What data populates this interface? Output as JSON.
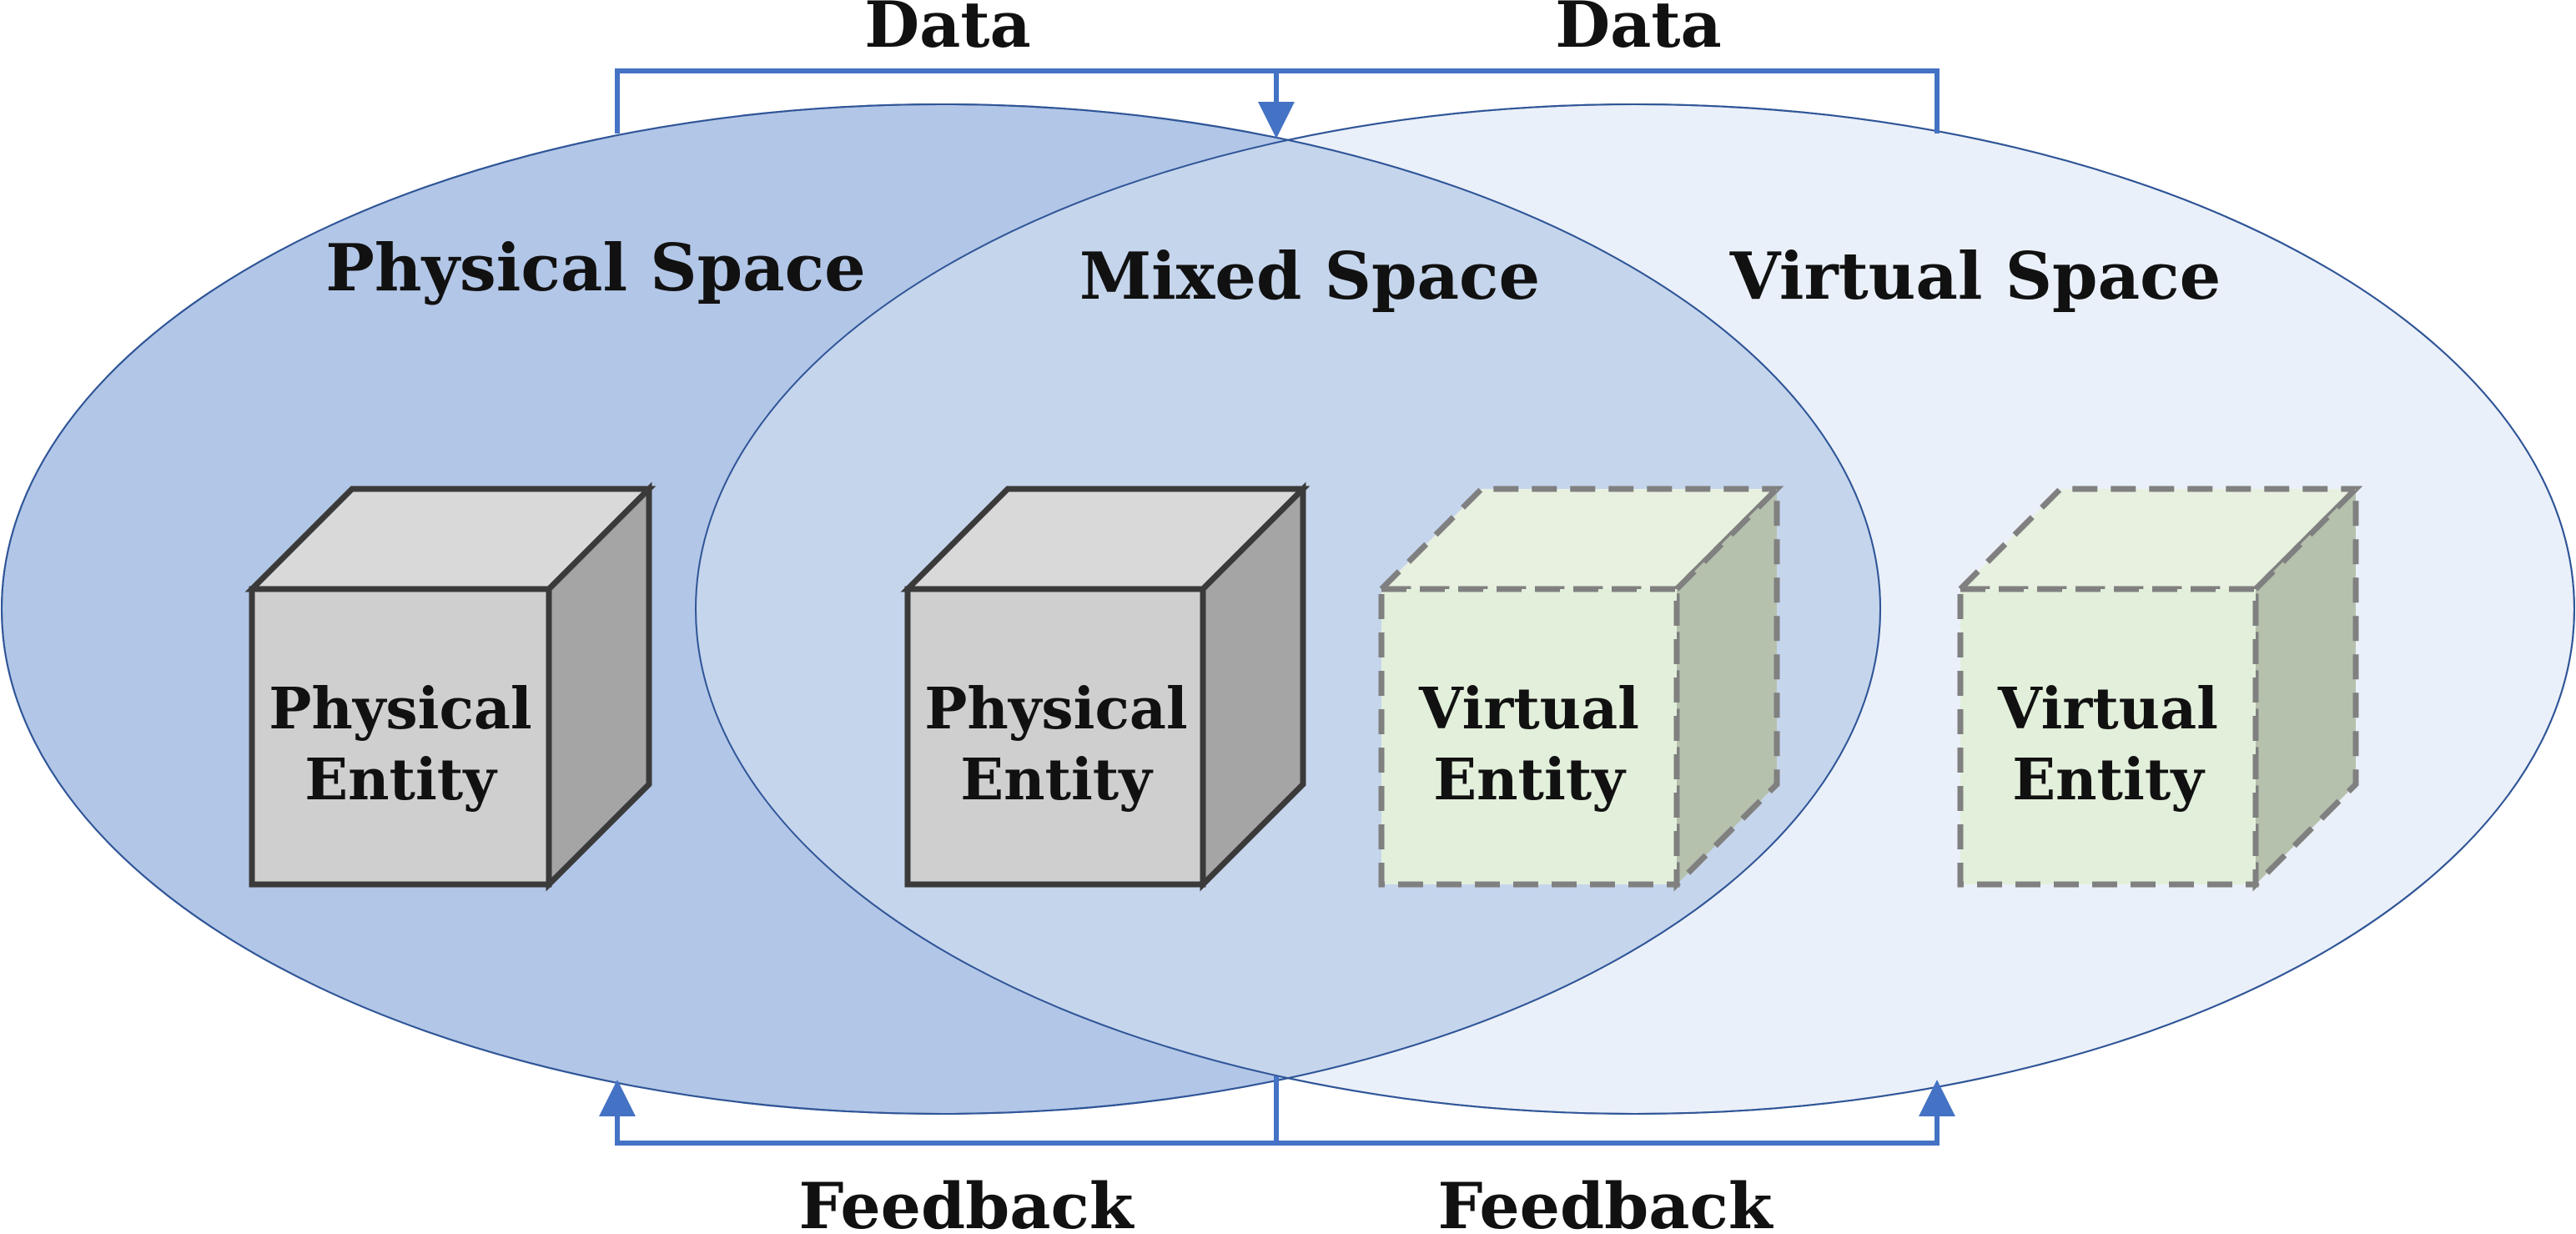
{
  "diagram": {
    "spaces": {
      "physical": {
        "label": "Physical Space",
        "fill": "#b2c6e7",
        "stroke": "#2f5597"
      },
      "mixed": {
        "label": "Mixed Space",
        "fill": "#c5d5ec",
        "stroke": "#2f5597"
      },
      "virtual": {
        "label": "Virtual Space",
        "fill": "#eaf0f9",
        "stroke": "#2f5597"
      }
    },
    "flows": {
      "data_left": {
        "label": "Data"
      },
      "data_right": {
        "label": "Data"
      },
      "feedback_left": {
        "label": "Feedback"
      },
      "feedback_right": {
        "label": "Feedback"
      },
      "color": "#4472c4"
    },
    "entities": [
      {
        "kind": "physical",
        "line1": "Physical",
        "line2": "Entity"
      },
      {
        "kind": "physical",
        "line1": "Physical",
        "line2": "Entity"
      },
      {
        "kind": "virtual",
        "line1": "Virtual",
        "line2": "Entity"
      },
      {
        "kind": "virtual",
        "line1": "Virtual",
        "line2": "Entity"
      }
    ],
    "cube_colors": {
      "physical": {
        "front": "#d0cfcf",
        "top": "#d9d9d9",
        "side": "#a5a5a5",
        "stroke": "#3a3a3a"
      },
      "virtual": {
        "front": "#e2efdb",
        "top": "#e8f1e0",
        "side": "#b5c1ad",
        "stroke": "#808080"
      }
    }
  }
}
